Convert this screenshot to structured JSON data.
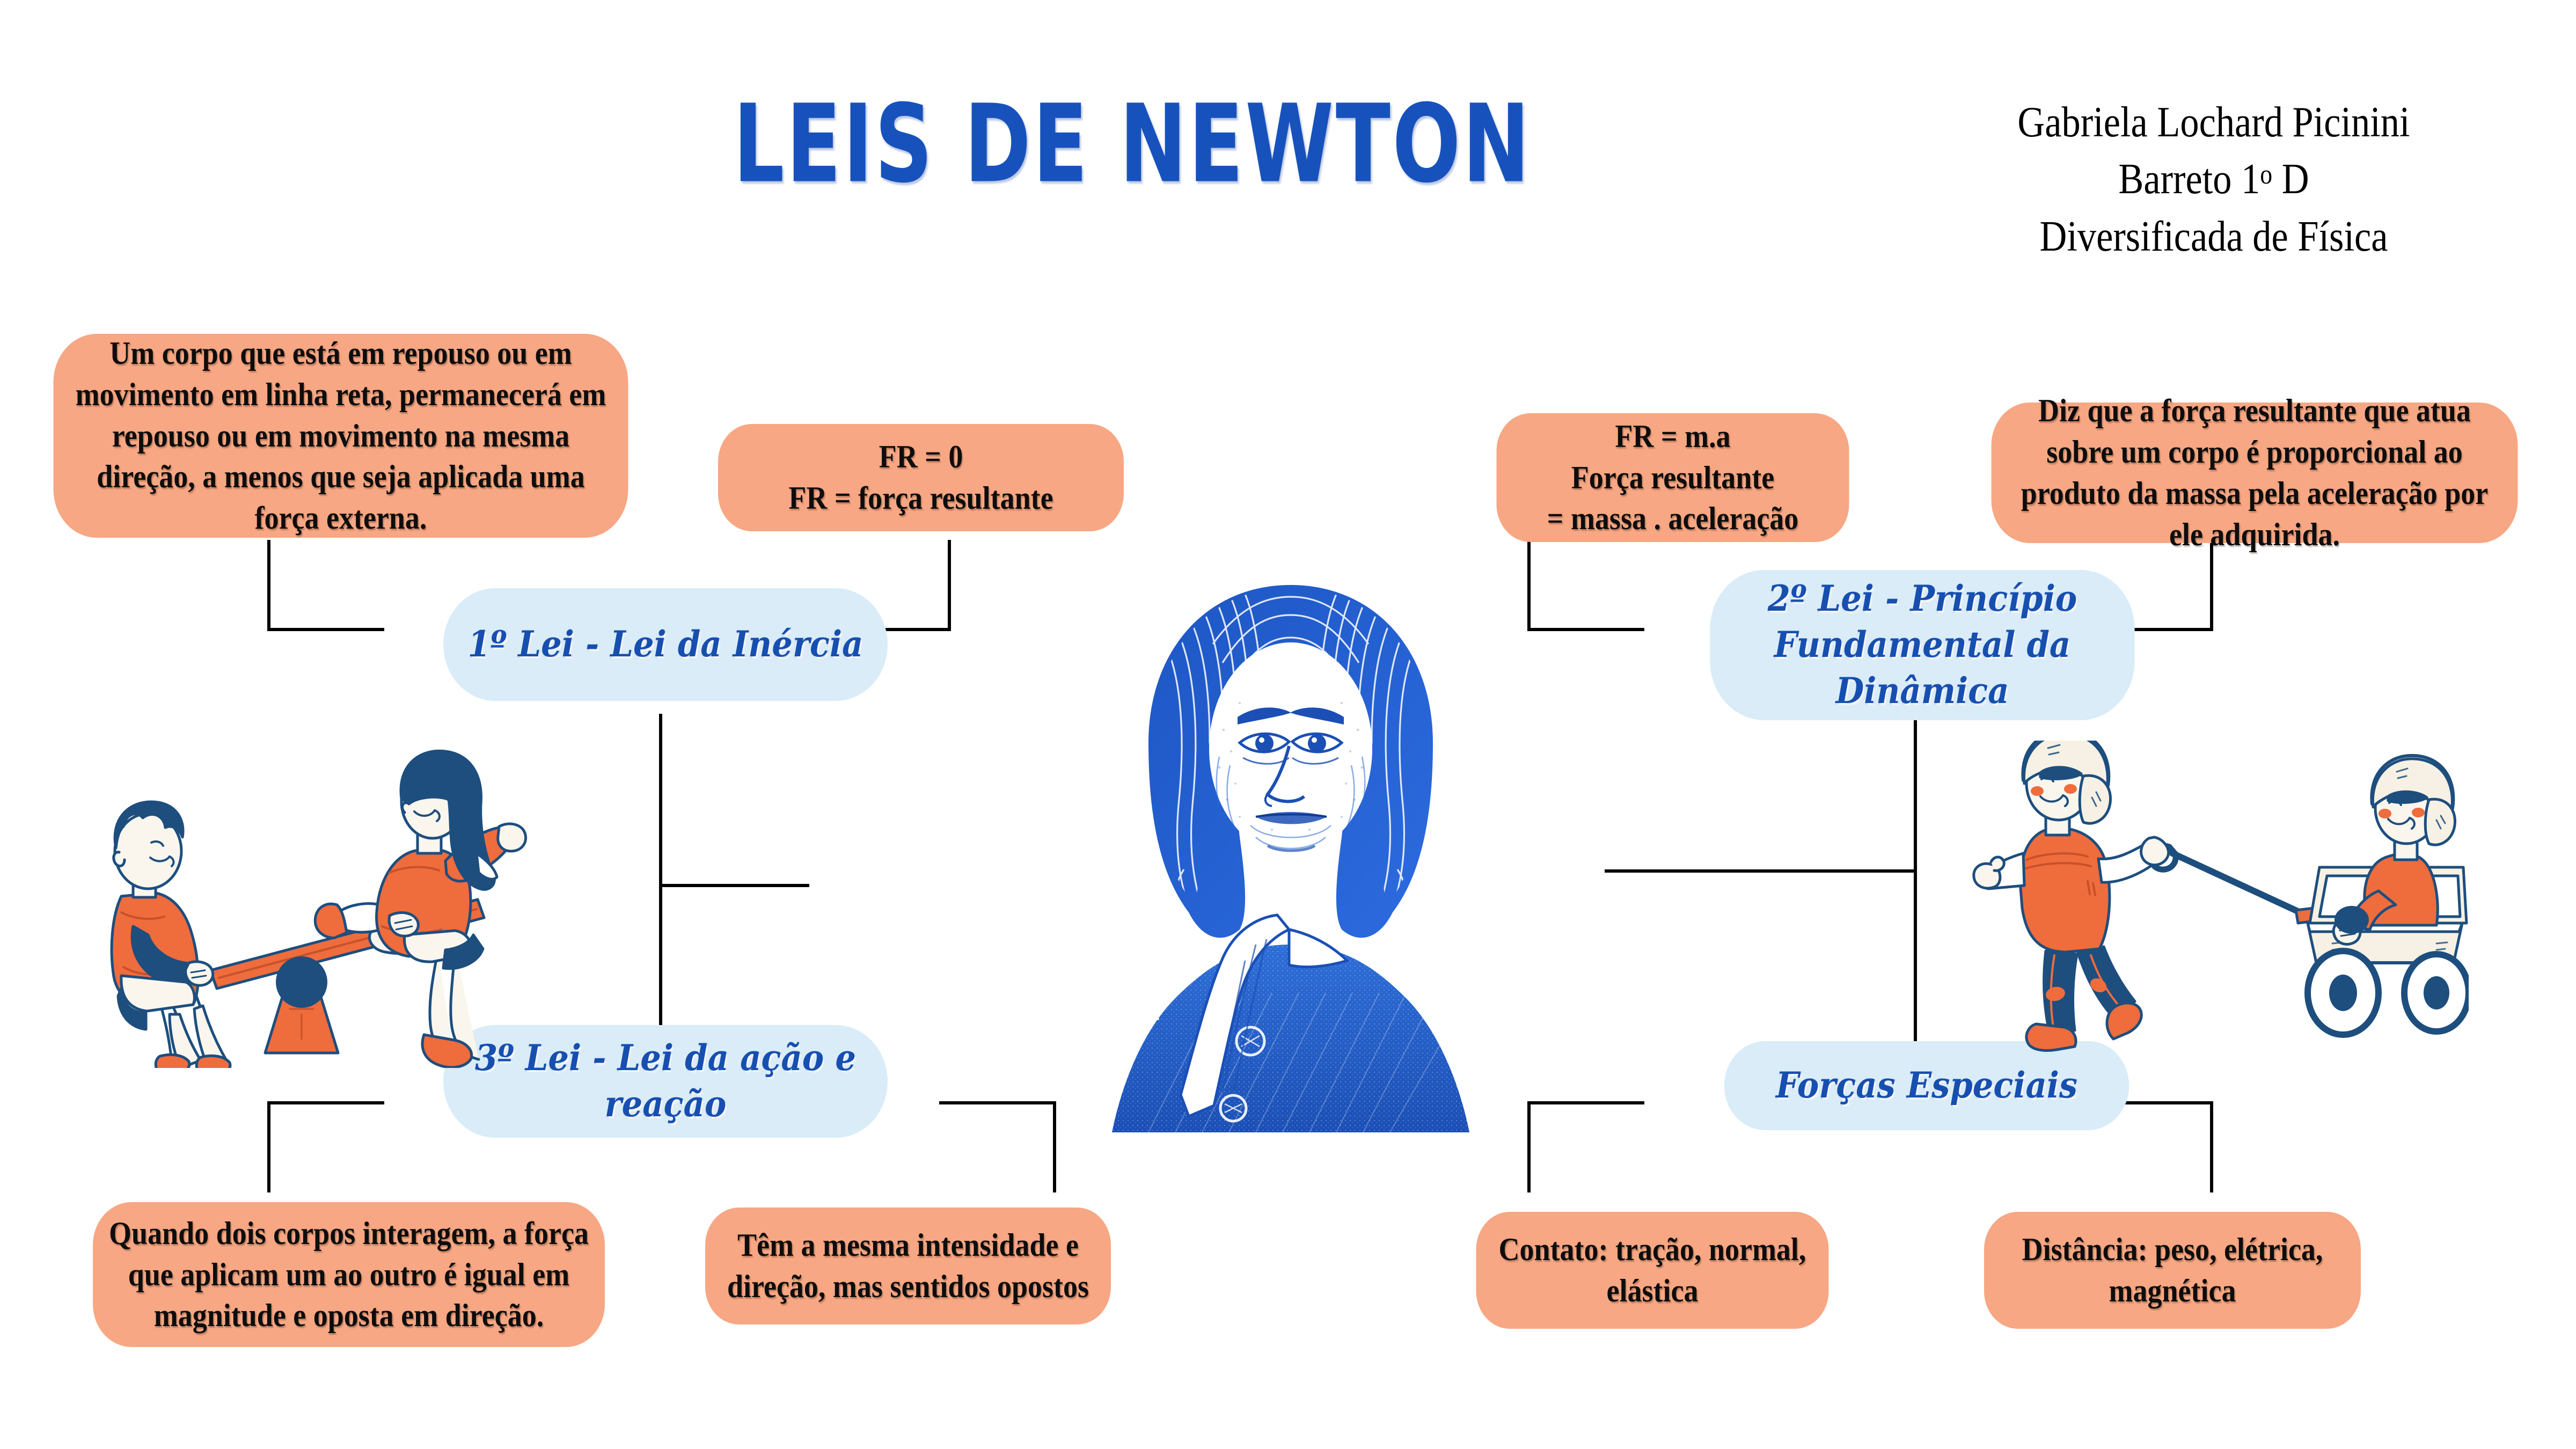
{
  "title": "LEIS DE NEWTON",
  "author": {
    "name": "Gabriela Lochard Picinini",
    "class_prefix": "Barreto 1",
    "class_ordinal": "o",
    "class_suffix": " D",
    "subject": "Diversificada de Física"
  },
  "colors": {
    "title_blue": "#1752BC",
    "node_blue_bg": "#D9ECF8",
    "node_blue_text": "#174FB0",
    "detail_orange_bg": "#F7A783",
    "detail_text": "#0d0d0d",
    "connector": "#000000",
    "illustration_orange": "#EF6C3D",
    "illustration_navy": "#1D4E7E"
  },
  "center": {
    "figure_label": "Isaac Newton portrait engraving"
  },
  "nodes": {
    "law1": "1º Lei  - Lei da Inércia",
    "law2": "2º Lei  - Princípio Fundamental da Dinâmica",
    "law3": "3º Lei  - Lei da ação e reação",
    "special_forces": "Forças Especiais"
  },
  "details": {
    "law1_definition": "Um corpo que  está em repouso ou em movimento em linha reta,  permanecerá em repouso ou em movimento na mesma direção, a menos que seja aplicada uma força externa.",
    "law1_formula": "FR = 0\nFR = força resultante",
    "law2_formula": "FR = m.a\nForça resultante\n= massa . aceleração",
    "law2_definition": "Diz que a força resultante que atua sobre um corpo é proporcional ao produto da massa pela aceleração por ele adquirida.",
    "law3_definition": "Quando dois corpos interagem, a força que aplicam um ao outro é igual em magnitude e oposta em direção.",
    "law3_property": "Têm a mesma intensidade e direção, mas sentidos opostos",
    "forces_contact": "Contato: tração, normal, elástica",
    "forces_distance": "Distância: peso, elétrica, magnética"
  },
  "illustrations": {
    "seesaw": "two-children-on-seesaw",
    "wagon": "boy-pulling-wagon-with-boy"
  }
}
